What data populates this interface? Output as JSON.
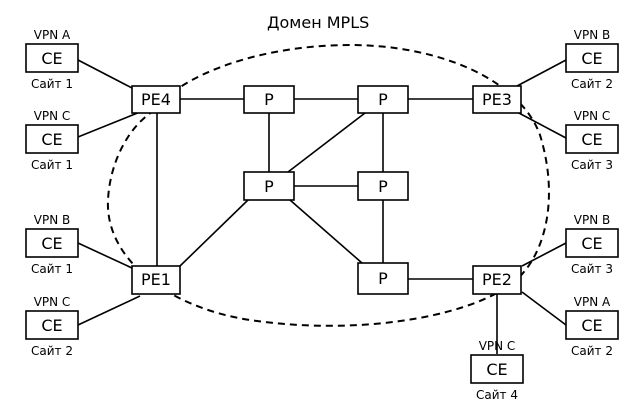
{
  "title": "Домен MPLS",
  "nodes": {
    "pe4": {
      "label": "PE4"
    },
    "pe3": {
      "label": "PE3"
    },
    "pe1": {
      "label": "PE1"
    },
    "pe2": {
      "label": "PE2"
    },
    "p_top_left": {
      "label": "P"
    },
    "p_top_right": {
      "label": "P"
    },
    "p_mid_left": {
      "label": "P"
    },
    "p_mid_right": {
      "label": "P"
    },
    "p_bottom": {
      "label": "P"
    }
  },
  "ce": {
    "ce_tl1": {
      "label": "CE",
      "vpn": "VPN A",
      "site": "Сайт 1"
    },
    "ce_tl2": {
      "label": "CE",
      "vpn": "VPN C",
      "site": "Сайт 1"
    },
    "ce_bl1": {
      "label": "CE",
      "vpn": "VPN B",
      "site": "Сайт 1"
    },
    "ce_bl2": {
      "label": "CE",
      "vpn": "VPN C",
      "site": "Сайт 2"
    },
    "ce_tr1": {
      "label": "CE",
      "vpn": "VPN B",
      "site": "Сайт 2"
    },
    "ce_tr2": {
      "label": "CE",
      "vpn": "VPN C",
      "site": "Сайт 3"
    },
    "ce_br1": {
      "label": "CE",
      "vpn": "VPN B",
      "site": "Сайт 3"
    },
    "ce_br2": {
      "label": "CE",
      "vpn": "VPN A",
      "site": "Сайт 2"
    },
    "ce_bot": {
      "label": "CE",
      "vpn": "VPN C",
      "site": "Сайт 4"
    }
  }
}
